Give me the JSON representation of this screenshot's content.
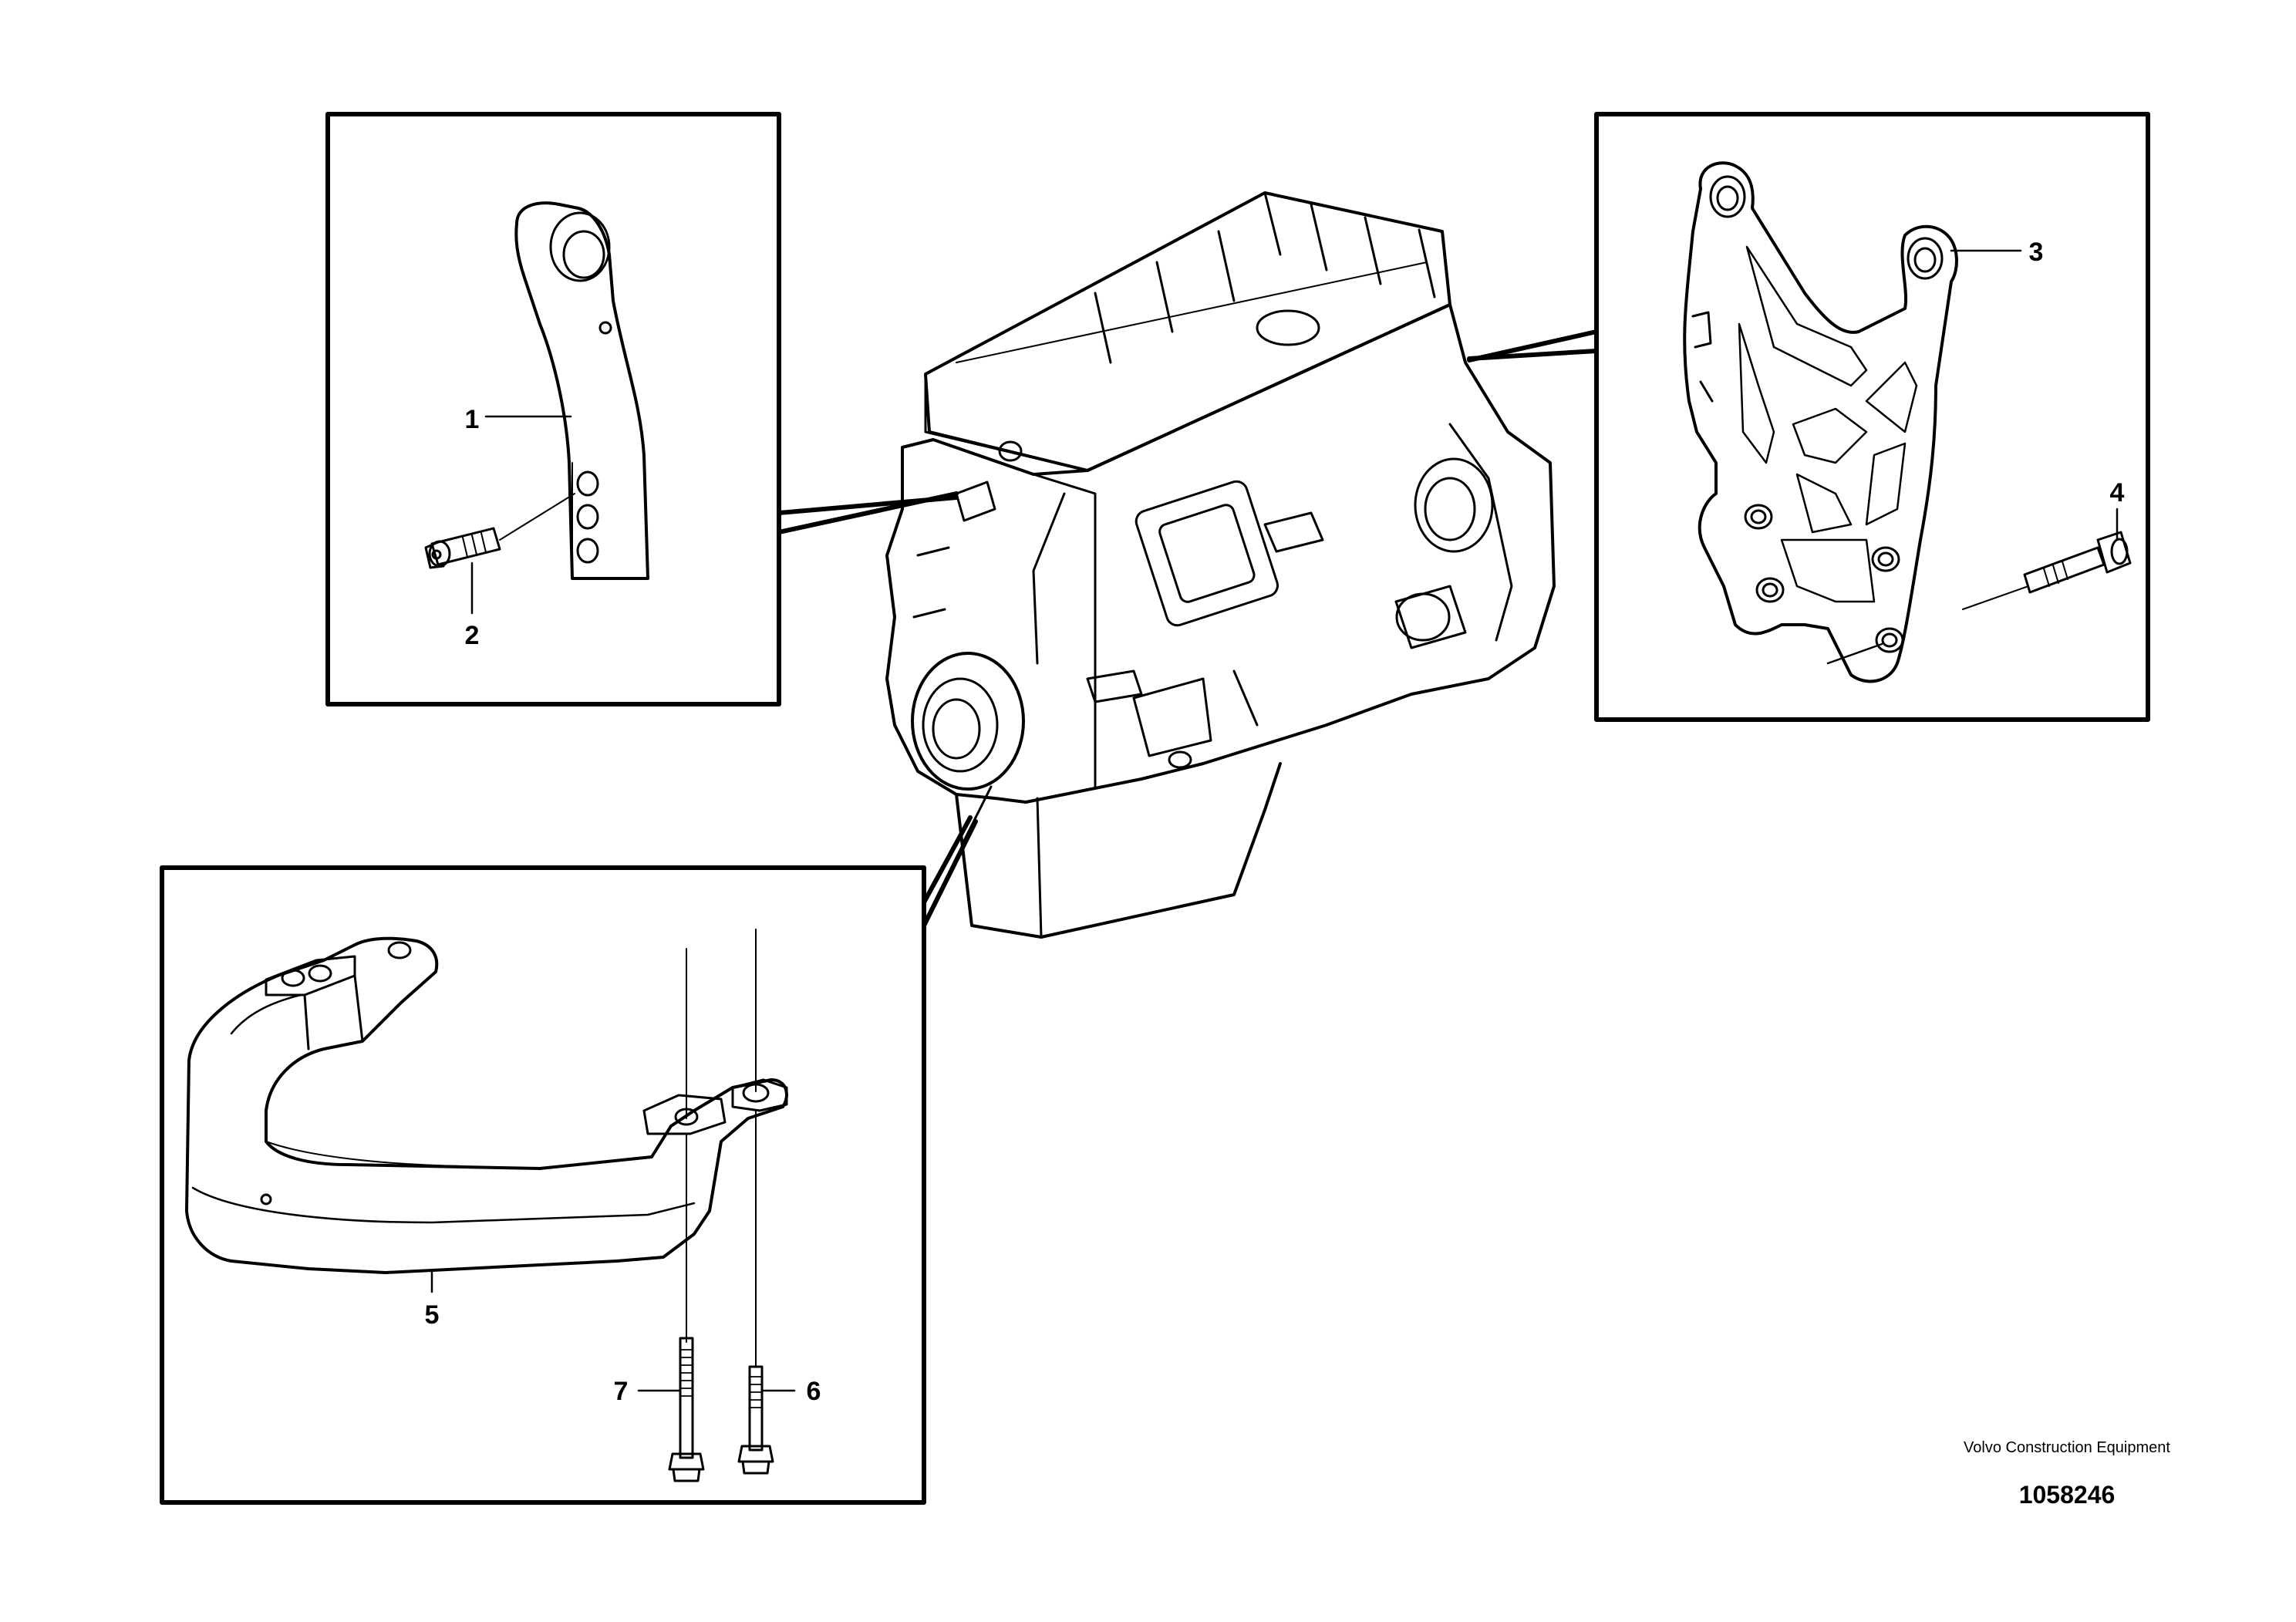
{
  "callouts": {
    "c1": "1",
    "c2": "2",
    "c3": "3",
    "c4": "4",
    "c5": "5",
    "c6": "6",
    "c7": "7"
  },
  "credit": {
    "company": "Volvo Construction Equipment",
    "number": "1058246"
  },
  "colors": {
    "line": "#000000",
    "background": "#ffffff"
  }
}
